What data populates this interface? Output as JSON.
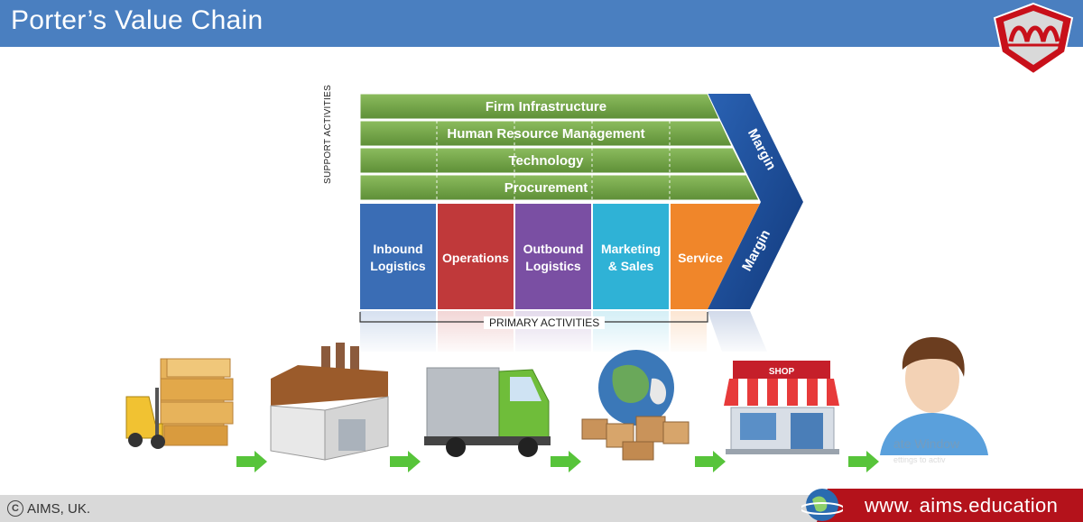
{
  "header": {
    "title": "Porter’s Value Chain"
  },
  "diagram": {
    "support_label": "SUPPORT ACTIVITIES",
    "support_activities": [
      "Firm Infrastructure",
      "Human Resource Management",
      "Technology",
      "Procurement"
    ],
    "primary_label": "PRIMARY ACTIVITIES",
    "primary_activities": [
      {
        "line1": "Inbound",
        "line2": "Logistics",
        "color": "#3a6db5"
      },
      {
        "line1": "Operations",
        "line2": "",
        "color": "#c0393a"
      },
      {
        "line1": "Outbound",
        "line2": "Logistics",
        "color": "#7a4fa3"
      },
      {
        "line1": "Marketing",
        "line2": "& Sales",
        "color": "#2fb2d6"
      },
      {
        "line1": "Service",
        "line2": "",
        "color": "#f0862a"
      }
    ],
    "margin_labels": [
      "Margin",
      "Margin"
    ],
    "support_color": "#76a34c",
    "margin_color": "#1f4d9a"
  },
  "icons": [
    "forklift-boxes-icon",
    "factory-icon",
    "delivery-truck-icon",
    "globe-boxes-icon",
    "shop-icon",
    "customer-icon"
  ],
  "watermark": {
    "line1": "ate Window",
    "line2": "ettings to activ"
  },
  "footer": {
    "copyright": "AIMS, UK.",
    "url": "www. aims.education",
    "accent": "#b4121b"
  }
}
